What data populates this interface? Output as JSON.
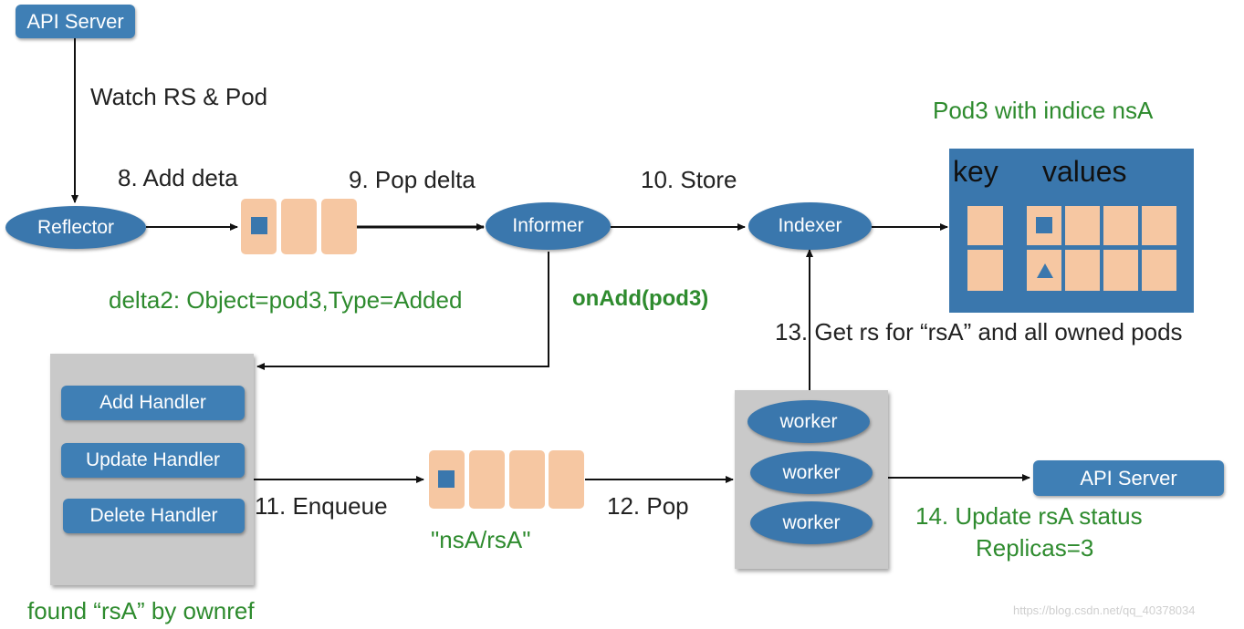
{
  "nodes": {
    "api_server_top": "API Server",
    "reflector": "Reflector",
    "informer": "Informer",
    "indexer": "Indexer",
    "add_handler": "Add Handler",
    "update_handler": "Update Handler",
    "delete_handler": "Delete Handler",
    "workers": [
      "worker",
      "worker",
      "worker"
    ],
    "api_server_right": "API Server"
  },
  "labels": {
    "watch": "Watch RS & Pod",
    "add_delta": "8. Add deta",
    "pop_delta": "9. Pop delta",
    "store": "10. Store",
    "delta2": "delta2: Object=pod3,Type=Added",
    "on_add": "onAdd(pod3)",
    "get_rs": "13. Get rs for “rsA” and all owned pods",
    "enqueue": "11. Enqueue",
    "pop": "12. Pop",
    "queue_key": "\"nsA/rsA\"",
    "update_status_1": "14. Update rsA status",
    "update_status_2": "Replicas=3",
    "found": "found “rsA” by ownref",
    "pod3_indice": "Pod3 with indice nsA"
  },
  "index_table": {
    "key_header": "key",
    "values_header": "values"
  },
  "watermark": "https://blog.csdn.net/qq_40378034",
  "colors": {
    "node_blue": "#3a77ad",
    "queue_cell": "#f6c7a2",
    "panel_gray": "#c9c9c9",
    "label_green": "#2e8b2e"
  }
}
